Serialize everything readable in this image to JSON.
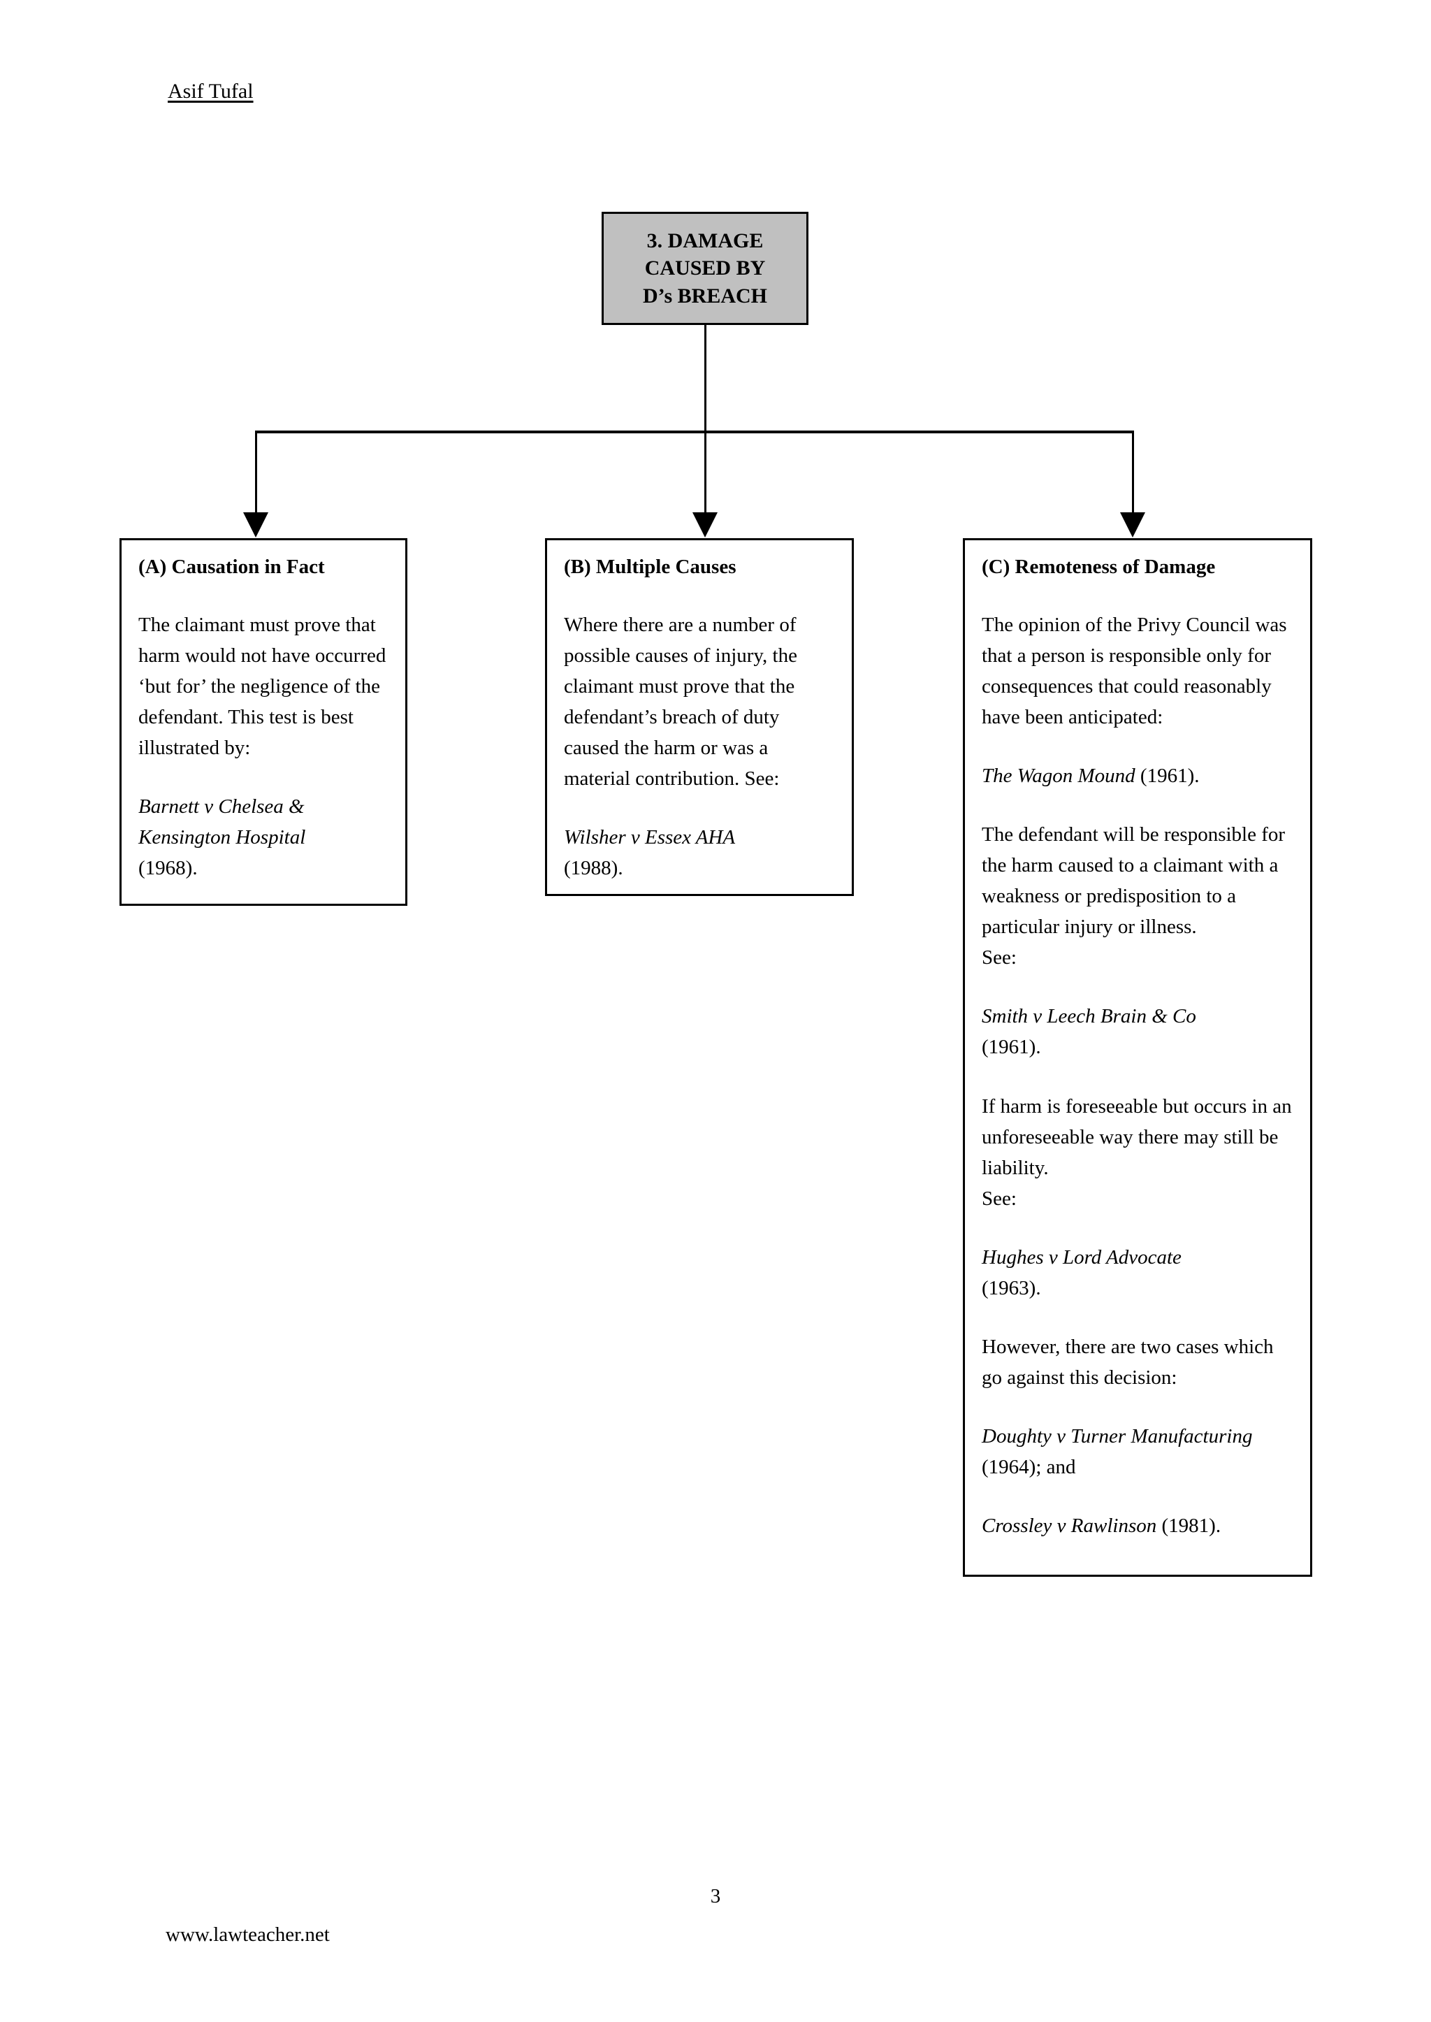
{
  "document": {
    "header": "Asif Tufal",
    "page_number": "3",
    "footer_url": "www.lawteacher.net"
  },
  "colors": {
    "root_box_fill": "#C0C0C0",
    "border": "#000000",
    "text": "#000000",
    "page_background": "#FFFFFF"
  },
  "diagram": {
    "root": {
      "lines": [
        "3. DAMAGE",
        "CAUSED BY",
        "D’s BREACH"
      ]
    },
    "branches": [
      {
        "id": "a",
        "heading": "(A) Causation in Fact",
        "body": "The claimant must prove that harm would not have occurred ‘but for’ the negligence of the defendant.  This test is best illustrated by:",
        "case_name": "Barnett v Chelsea & Kensington Hospital",
        "case_year": "(1968)."
      },
      {
        "id": "b",
        "heading": "(B) Multiple Causes",
        "body": "Where there are a number of possible causes  of injury, the claimant must prove that the defendant’s breach of duty caused the harm or was a material contribution.  See:",
        "case_name": "Wilsher v Essex AHA",
        "case_year": "(1988)."
      },
      {
        "id": "c",
        "heading": "(C) Remoteness of Damage",
        "body_1": "The opinion of the Privy Council was that a person is responsible only for consequences that could reasonably have been anticipated:",
        "case_1_name": "The Wagon Mound",
        "case_1_year": " (1961).",
        "body_2": "The defendant will be responsible for the harm caused to a claimant with a weakness or predisposition to a particular injury or illness.",
        "body_2_see": "See:",
        "case_2_name": "Smith v Leech Brain & Co",
        "case_2_year": "(1961).",
        "body_3": "If harm is foreseeable but occurs in an unforeseeable way there may still be liability.",
        "body_3_see": "See:",
        "case_3_name": "Hughes v Lord Advocate",
        "case_3_year": "(1963).",
        "body_4": "However, there are two cases which go against this decision:",
        "case_4_name": "Doughty v Turner Manufacturing",
        "case_4_year": " (1964); and",
        "case_5_name": "Crossley v Rawlinson",
        "case_5_year": " (1981)."
      }
    ]
  }
}
